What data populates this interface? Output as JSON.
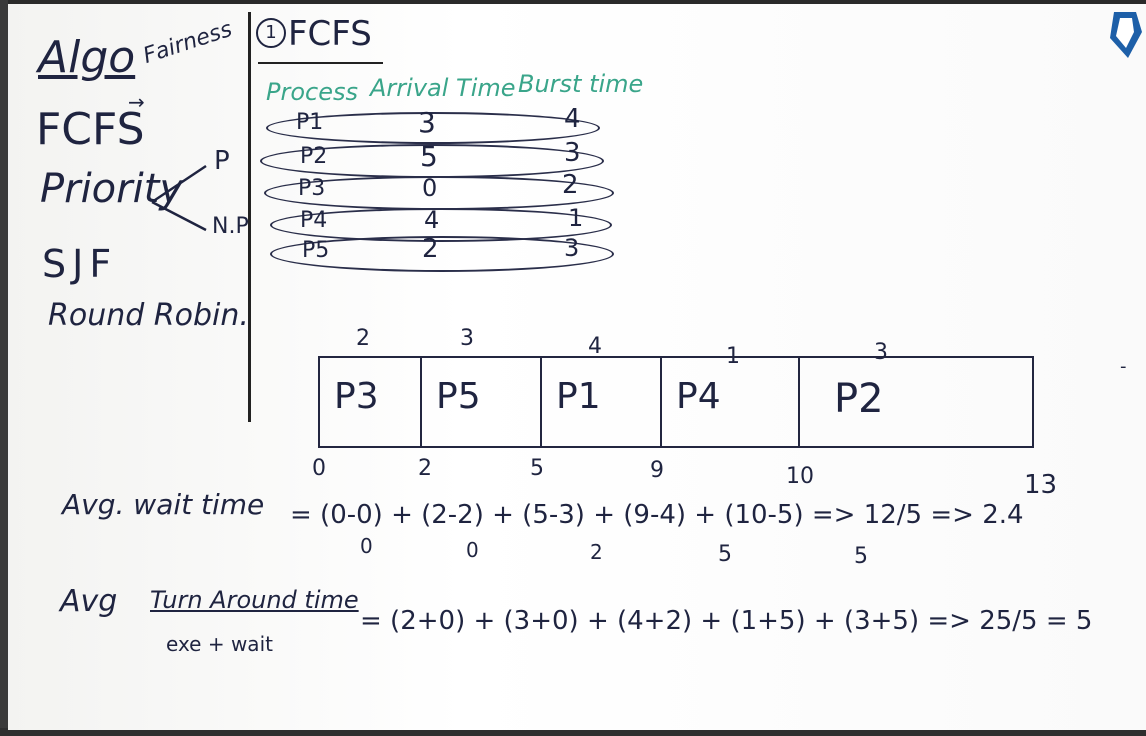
{
  "left_list": {
    "title": "Algo",
    "fairness_note": "Fairness",
    "items": [
      "FCFS",
      "Priority",
      "SJF",
      "Round Robin."
    ],
    "priority_branches": [
      "P",
      "N.P"
    ]
  },
  "section": {
    "number": "1",
    "title": "FCFS"
  },
  "table": {
    "headers": [
      "Process",
      "Arrival Time",
      "Burst time"
    ],
    "rows": [
      {
        "process": "P1",
        "arrival": "3",
        "burst": "4"
      },
      {
        "process": "P2",
        "arrival": "5",
        "burst": "3"
      },
      {
        "process": "P3",
        "arrival": "0",
        "burst": "2"
      },
      {
        "process": "P4",
        "arrival": "4",
        "burst": "1"
      },
      {
        "process": "P5",
        "arrival": "2",
        "burst": "3"
      }
    ]
  },
  "gantt": {
    "bursts": [
      "2",
      "3",
      "4",
      "1",
      "3"
    ],
    "cells": [
      "P3",
      "P5",
      "P1",
      "P4",
      "P2"
    ],
    "ticks": [
      "0",
      "2",
      "5",
      "9",
      "10",
      "13"
    ]
  },
  "avg_wait": {
    "label": "Avg. wait time",
    "expression": "= (0-0) + (2-2) + (5-3) + (9-4) + (10-5) => 12/5 => 2.4",
    "subs": [
      "0",
      "0",
      "2",
      "5",
      "5"
    ]
  },
  "avg_tat": {
    "label_prefix": "Avg",
    "label": "Turn Around time",
    "sub_label": "exe + wait",
    "expression": "= (2+0) + (3+0) + (4+2) + (1+5) + (3+5) => 25/5 = 5"
  },
  "colors": {
    "ink": "#1f2440",
    "green_ink": "#3aa58a",
    "board": "#ffffff"
  }
}
